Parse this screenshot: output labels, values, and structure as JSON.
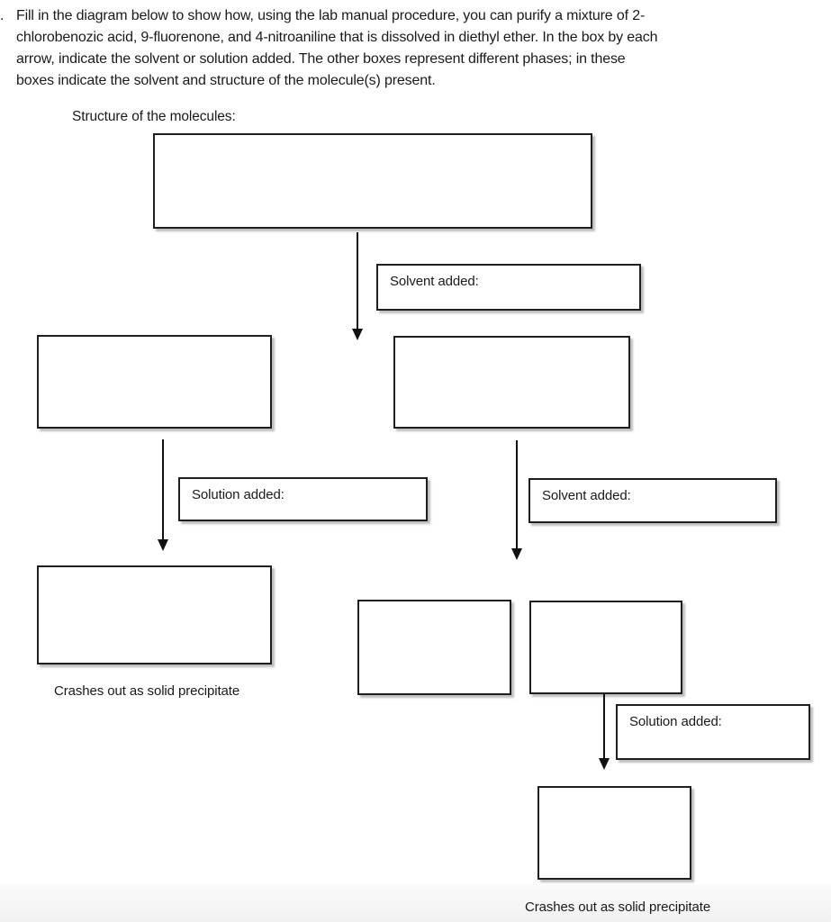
{
  "question": {
    "list_marker": ".",
    "lines": [
      "Fill in the diagram below to show how, using the lab manual procedure, you can purify a mixture of 2-",
      "chlorobenozic acid, 9-fluorenone, and 4-nitroaniline that is dissolved in diethyl ether. In the box by each",
      "arrow, indicate the solvent or solution added. The other boxes represent different phases; in these",
      "boxes indicate the solvent and structure of the molecule(s) present."
    ]
  },
  "diagram": {
    "structures_label": "Structure of the molecules:",
    "solvent_added_top": "Solvent added:",
    "solution_added_left": "Solution added:",
    "solvent_added_right": "Solvent added:",
    "solution_added_bottom": "Solution added:",
    "crashes_out_left": "Crashes out as solid precipitate",
    "crashes_out_bottom": "Crashes out as solid precipitate"
  },
  "colors": {
    "box_border": "#1f1f1f",
    "box_fill": "#ffffff",
    "text": "#1a1a1a",
    "arrow": "#111111",
    "page_background": "#ffffff",
    "bottom_band": "#f1f1f1"
  }
}
